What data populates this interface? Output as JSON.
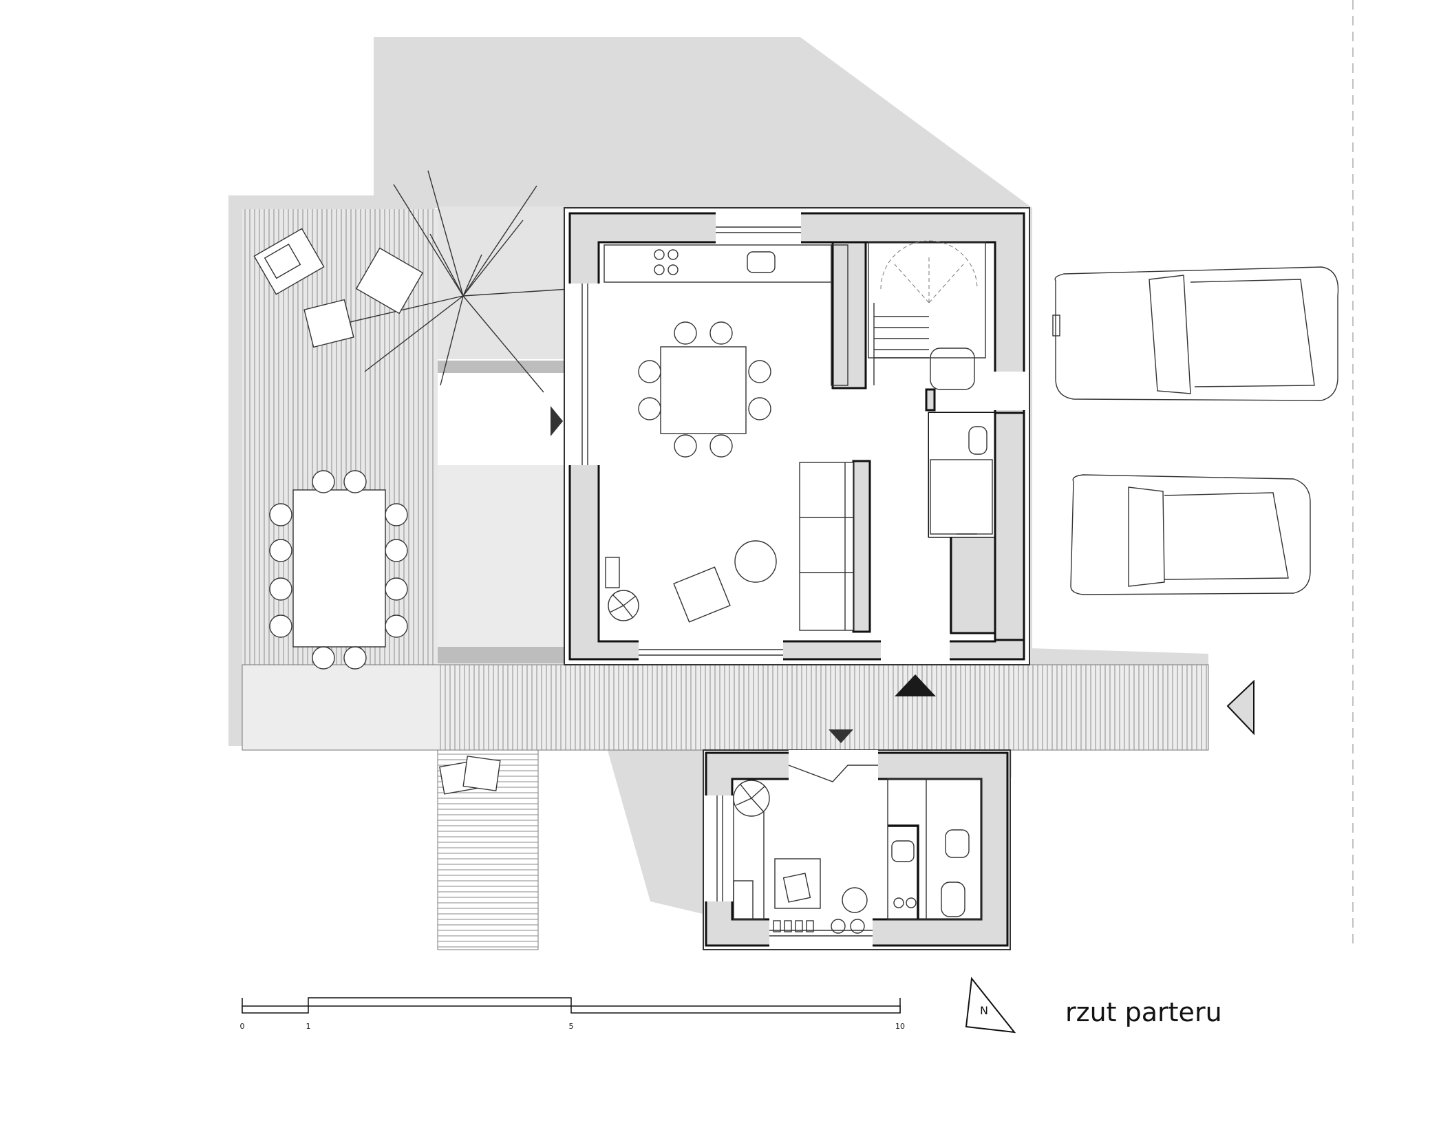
{
  "title": "rzut parteru",
  "scale_bar": {
    "labels": [
      "0",
      "1",
      "5",
      "10"
    ]
  },
  "north_label": "N",
  "colors": {
    "wall_fill": "#dcdcdc",
    "line": "#111111",
    "background": "#ffffff"
  }
}
